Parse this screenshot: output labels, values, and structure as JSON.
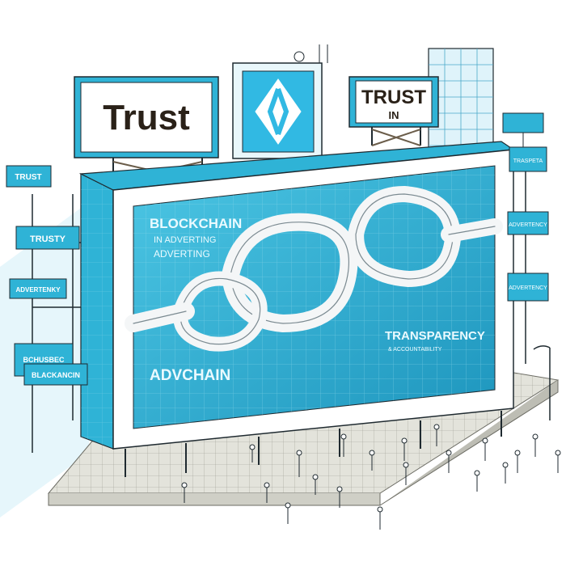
{
  "signs": {
    "top_left": "Trust",
    "top_right_line1": "TRUST",
    "top_right_line2": "IN",
    "small_top_right": "",
    "left_1": "TRUST",
    "left_2": "TRUSTY",
    "left_3": "ADVERTENKY",
    "left_4": "BCHUSBEC",
    "left_5": "BLACKANCIN",
    "right_1": "TRASPETA",
    "right_2": "ADVERTENCY",
    "right_3": "ADVERTENCY"
  },
  "billboard": {
    "heading": "BLOCKCHAIN",
    "sub1": "IN ADVERTING",
    "sub2": "ADVERTING",
    "right_label": "TRANSPARENCY",
    "right_sub": "& ACCOUNTABILITY",
    "bottom_label": "ADVCHAIN"
  },
  "colors": {
    "cyan": "#2fb3d6",
    "cyan_dark": "#1a7fa3",
    "cyan_light": "#c9eef7",
    "ink": "#1f2a30",
    "ground": "#d9d9d0"
  }
}
